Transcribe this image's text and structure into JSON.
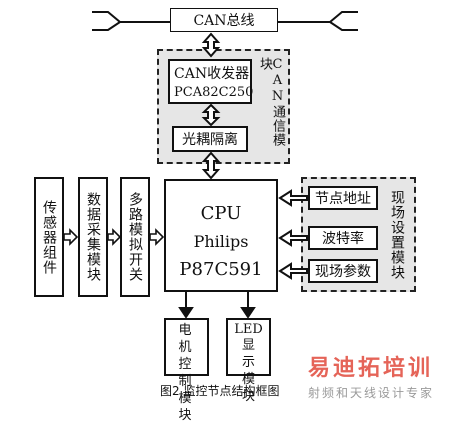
{
  "bus": {
    "label": "CAN总线"
  },
  "can_module": {
    "title": "CAN通信模块",
    "transceiver_line1": "CAN收发器",
    "transceiver_line2": "PCA82C250",
    "optocoupler": "光耦隔离"
  },
  "inputs": {
    "sensor": "传感器组件",
    "acquisition": "数据采集模块",
    "mux": "多路模拟开关"
  },
  "cpu": {
    "line1": "CPU",
    "line2": "Philips",
    "line3": "P87C591"
  },
  "field_module": {
    "title": "现场设置模块",
    "items": [
      "节点地址",
      "波特率",
      "现场参数"
    ]
  },
  "outputs": {
    "motor": "电机控制模块",
    "led_line1": "LED",
    "led_line2": "显示模块"
  },
  "caption": "图2 监控节点结构框图",
  "watermark": {
    "line1": "易迪拓培训",
    "line2": "射频和天线设计专家"
  },
  "colors": {
    "line": "#111111",
    "module_fill": "#e6e6e6",
    "watermark_red": "#e14a3c",
    "watermark_grey": "#9a9a9a"
  }
}
